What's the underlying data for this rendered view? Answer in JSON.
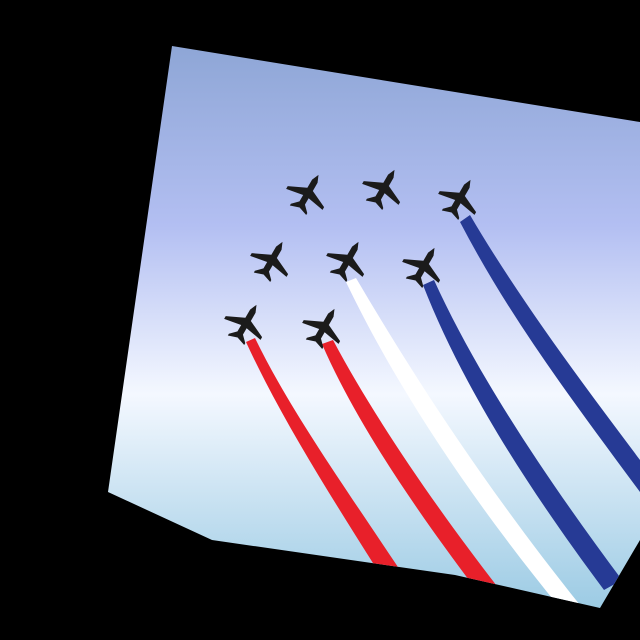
{
  "image": {
    "subject": "",
    "colors": {
      "background": "#000000",
      "sky_top": "#8ea6d6",
      "sky_mid": "#b3bff2",
      "sky_haze": "#f4f8ff",
      "sky_bottom": "#9ccbe4",
      "plane": "#1b1b1b",
      "trail_red": "#e8202a",
      "trail_white": "#ffffff",
      "trail_blue": "#263a95"
    },
    "formation": {
      "plane_count": 8,
      "trail_order": [
        "red",
        "red",
        "white",
        "blue",
        "blue"
      ]
    }
  }
}
